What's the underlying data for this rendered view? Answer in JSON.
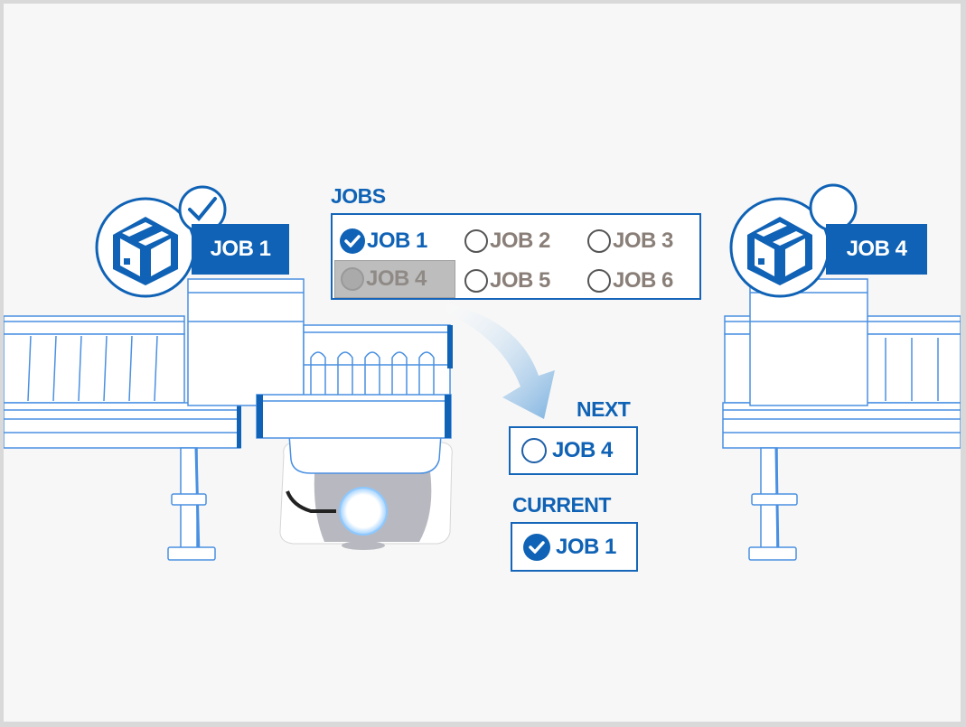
{
  "jobs_panel": {
    "title": "JOBS",
    "options": [
      {
        "label": "JOB 1",
        "state": "checked"
      },
      {
        "label": "JOB 2",
        "state": "unchecked"
      },
      {
        "label": "JOB 3",
        "state": "unchecked"
      },
      {
        "label": "JOB 4",
        "state": "disabled"
      },
      {
        "label": "JOB 5",
        "state": "unchecked"
      },
      {
        "label": "JOB 6",
        "state": "unchecked"
      }
    ]
  },
  "station_left": {
    "tag": "JOB 1",
    "status": "completed"
  },
  "station_right": {
    "tag": "JOB 4",
    "status": "pending"
  },
  "queue": {
    "next_label": "NEXT",
    "next_job": "JOB 4",
    "current_label": "CURRENT",
    "current_job": "JOB 1"
  },
  "colors": {
    "accent": "#0f62b5",
    "line": "#4a90e2",
    "arrow": "#8fbde6",
    "background": "#f7f7f7"
  }
}
